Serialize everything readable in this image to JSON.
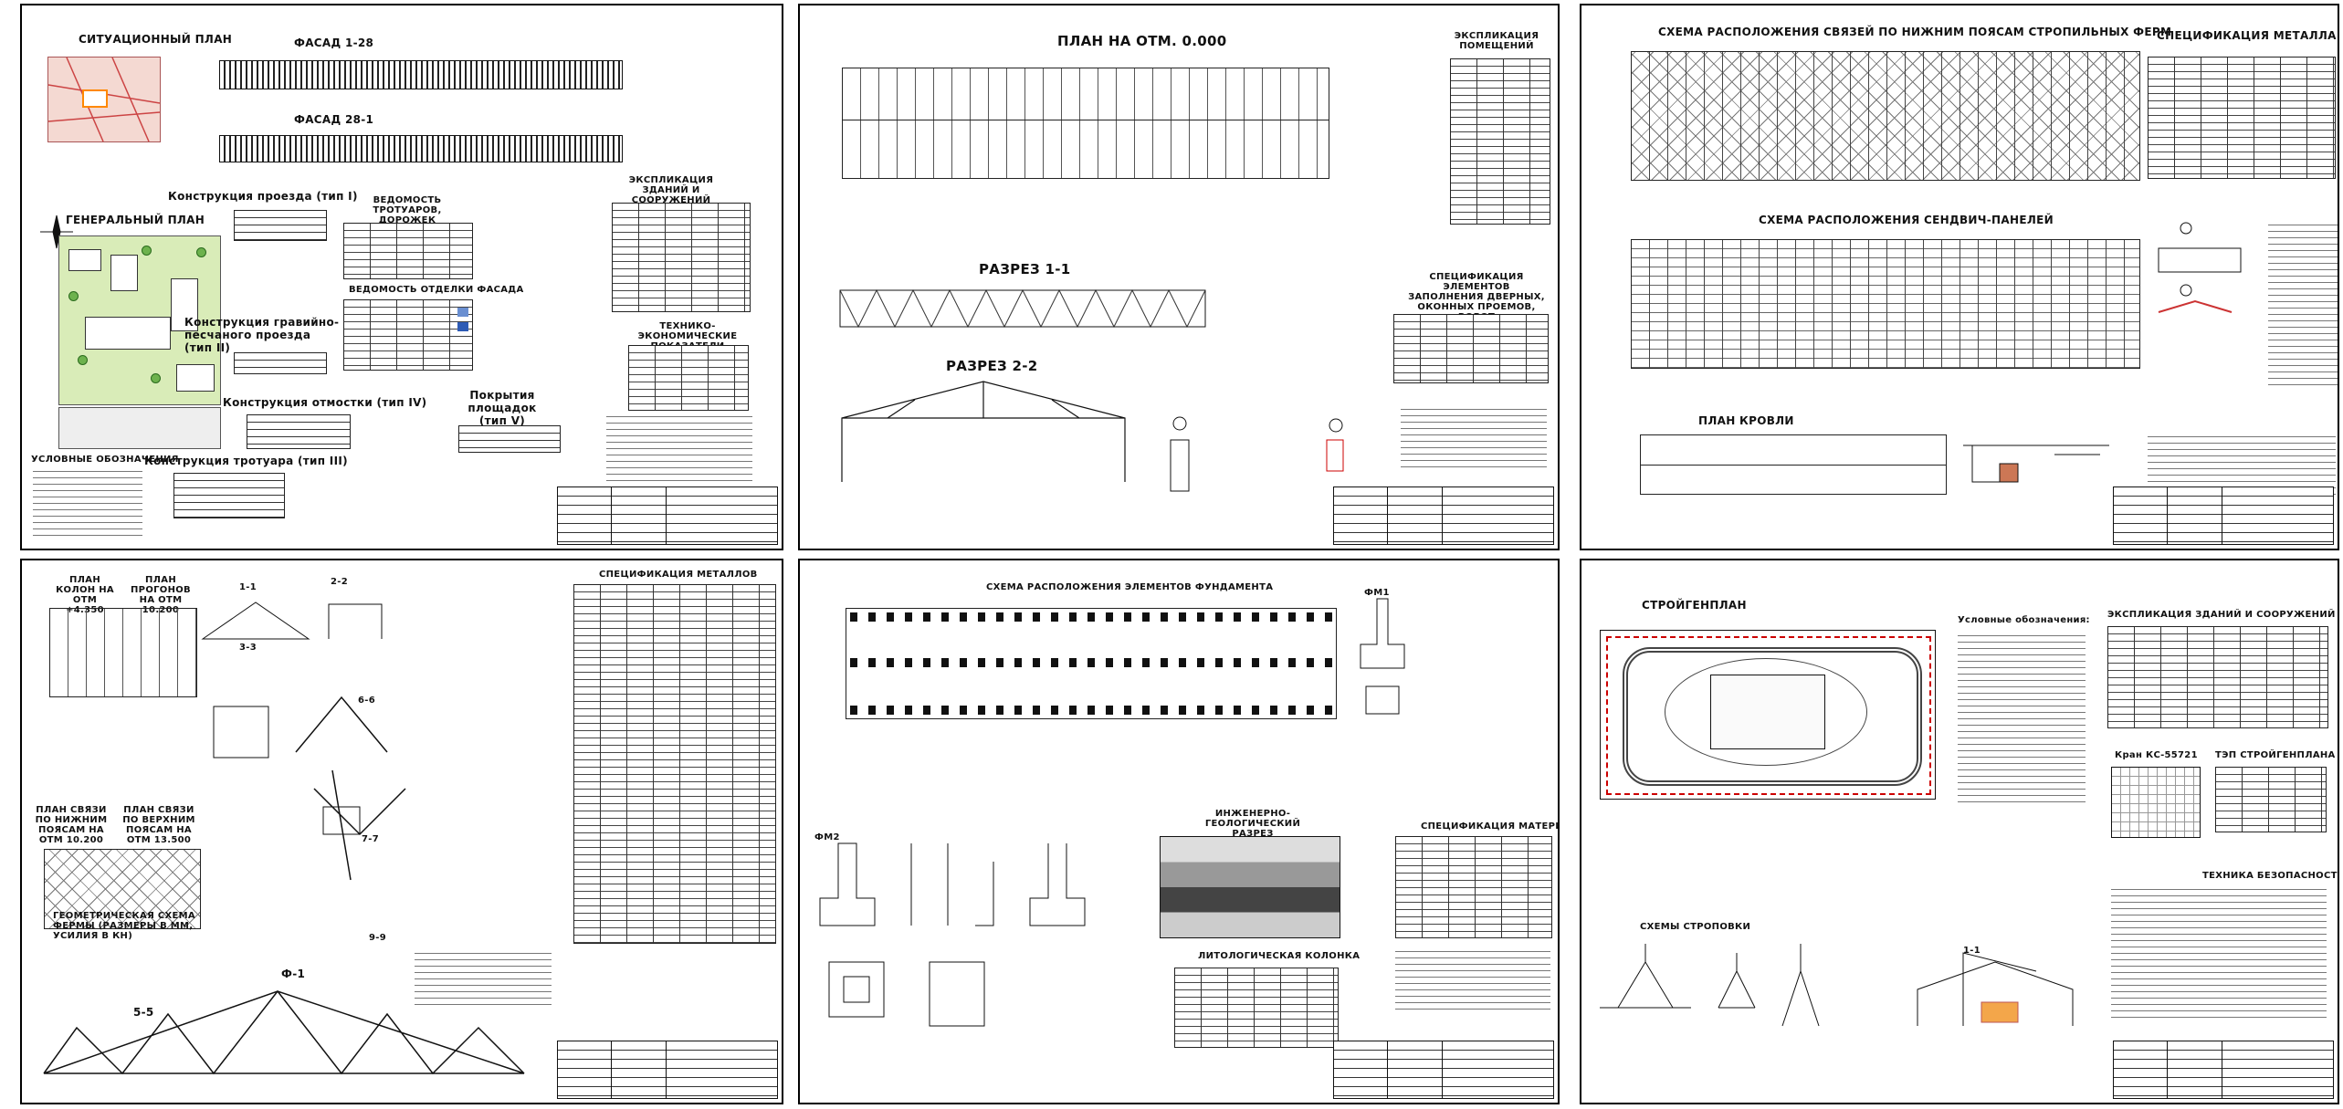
{
  "sheet1": {
    "situation_plan": "СИТУАЦИОННЫЙ ПЛАН",
    "facade_1_28": "ФАСАД 1-28",
    "facade_28_1": "ФАСАД 28-1",
    "general_plan": "ГЕНЕРАЛЬНЫЙ ПЛАН",
    "drive_construction": "Конструкция проезда (тип I)",
    "sidewalk_statement": "ВЕДОМОСТЬ ТРОТУАРОВ, ДОРОЖЕК ПЛОЩАДОК",
    "buildings_explication": "ЭКСПЛИКАЦИЯ ЗДАНИЙ И СООРУЖЕНИЙ",
    "facade_finish": "ВЕДОМОСТЬ ОТДЕЛКИ ФАСАДА",
    "gravel_drive": "Конструкция гравийно-песчаного проезда (тип II)",
    "tech_econ": "ТЕХНИКО-ЭКОНОМИЧЕСКИЕ ПОКАЗАТЕЛИ",
    "blind_area": "Конструкция отмостки (тип IV)",
    "pads_coating": "Покрытия площадок (тип V)",
    "legend": "УСЛОВНЫЕ ОБОЗНАЧЕНИЯ",
    "sidewalk_construction": "Конструкция тротуара (тип III)"
  },
  "sheet2": {
    "plan_title": "ПЛАН НА ОТМ. 0.000",
    "rooms_explication": "ЭКСПЛИКАЦИЯ ПОМЕЩЕНИЙ",
    "section_1_1": "РАЗРЕЗ 1-1",
    "section_2_2": "РАЗРЕЗ 2-2",
    "doors_spec": "СПЕЦИФИКАЦИЯ ЭЛЕМЕНТОВ ЗАПОЛНЕНИЯ ДВЕРНЫХ, ОКОННЫХ ПРОЕМОВ, ВОРОТ"
  },
  "sheet3": {
    "ties_scheme": "СХЕМА РАСПОЛОЖЕНИЯ СВЯЗЕЙ ПО НИЖНИМ ПОЯСАМ СТРОПИЛЬНЫХ ФЕРМ",
    "metal_spec": "СПЕЦИФИКАЦИЯ МЕТАЛЛА",
    "sandwich_scheme": "СХЕМА РАСПОЛОЖЕНИЯ СЕНДВИЧ-ПАНЕЛЕЙ",
    "roof_plan": "ПЛАН КРОВЛИ"
  },
  "sheet4": {
    "columns_plan": "ПЛАН КОЛОН НА ОТМ +4.350",
    "purlins_plan": "ПЛАН ПРОГОНОВ НА ОТМ 10.200",
    "lower_ties": "ПЛАН СВЯЗИ ПО НИЖНИМ ПОЯСАМ НА ОТМ 10.200",
    "upper_ties": "ПЛАН СВЯЗИ ПО ВЕРХНИМ ПОЯСАМ НА ОТМ 13.500",
    "metals_spec": "СПЕЦИФИКАЦИЯ МЕТАЛЛОВ",
    "truss_scheme": "ГЕОМЕТРИЧЕСКАЯ СХЕМА ФЕРМЫ (РАЗМЕРЫ В ММ, УСИЛИЯ В КН)",
    "sec_1_1": "1-1",
    "sec_2_2": "2-2",
    "sec_3_3": "3-3",
    "sec_5_5": "5-5",
    "sec_6_6": "6-6",
    "sec_7_7": "7-7",
    "sec_9_9": "9-9",
    "f1": "Ф-1"
  },
  "sheet5": {
    "foundation_scheme": "СХЕМА РАСПОЛОЖЕНИЯ ЭЛЕМЕНТОВ ФУНДАМЕНТА",
    "geo_section": "ИНЖЕНЕРНО-ГЕОЛОГИЧЕСКИЙ РАЗРЕЗ",
    "materials_spec": "СПЕЦИФИКАЦИЯ МАТЕРИАЛОВ",
    "litho_column": "ЛИТОЛОГИЧЕСКАЯ КОЛОНКА",
    "fm1": "ФМ1",
    "fm2": "ФМ2"
  },
  "sheet6": {
    "stroygenplan": "СТРОЙГЕНПЛАН",
    "legend": "Условные обозначения:",
    "buildings_explication": "ЭКСПЛИКАЦИЯ ЗДАНИЙ И СООРУЖЕНИЙ",
    "crane": "Кран КС-55721",
    "tep": "ТЭП СТРОЙГЕНПЛАНА",
    "safety": "ТЕХНИКА БЕЗОПАСНОСТИ",
    "slinging": "СХЕМЫ СТРОПОВКИ",
    "sec_1_1": "1-1"
  }
}
